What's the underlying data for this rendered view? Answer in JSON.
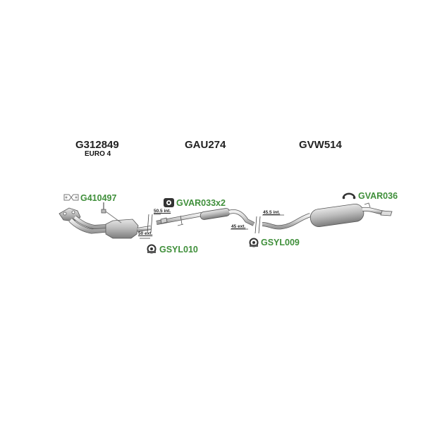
{
  "parts": [
    {
      "code": "G312849",
      "subtitle": "EURO 4"
    },
    {
      "code": "GAU274"
    },
    {
      "code": "GVW514"
    }
  ],
  "accessories": [
    {
      "code": "G410497",
      "icon": "gasket-icon"
    },
    {
      "code": "GVAR033x2",
      "icon": "rubber-mount-icon"
    },
    {
      "code": "GVAR036",
      "icon": "hanger-icon"
    },
    {
      "code": "GSYL010",
      "icon": "clamp-icon"
    },
    {
      "code": "GSYL009",
      "icon": "clamp-icon"
    }
  ],
  "dimensions": {
    "d1": "50.5 int.",
    "d2": "50 ext.",
    "d3": "45.5 int.",
    "d4": "45 ext."
  },
  "colors": {
    "link": "#3f8f3a",
    "pipe": "#d8d8d8",
    "outline": "#555555"
  }
}
